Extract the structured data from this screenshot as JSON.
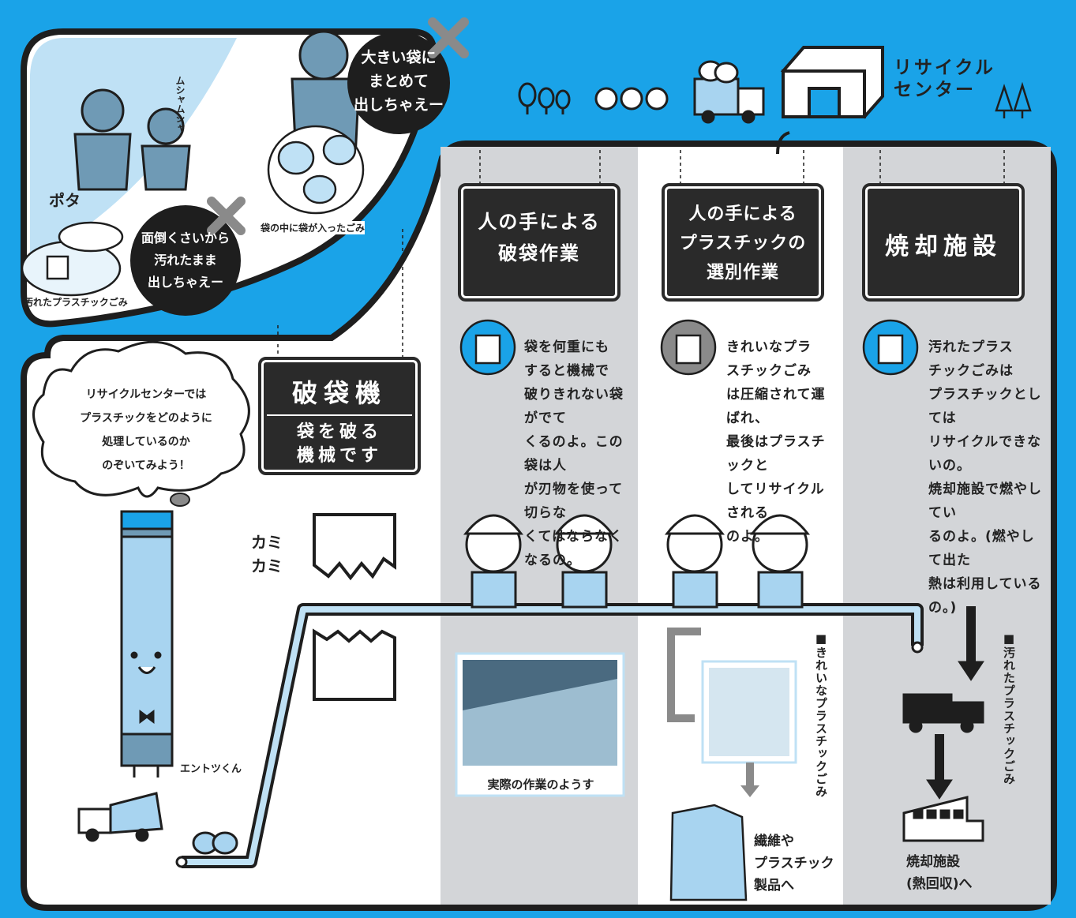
{
  "header": {
    "center_label": "リサイクル\nセンター"
  },
  "intro": {
    "bubble_top": "大きい袋に\nまとめて\n出しちゃえー",
    "bubble_bottom": "面倒くさいから\n汚れたまま\n出しちゃえー",
    "caption_bags": "袋の中に袋が入ったごみ",
    "caption_dirty": "汚れたプラスチックごみ",
    "sfx_mushamusha": "ムシャムシャ",
    "sfx_pota": "ポタ"
  },
  "guide": {
    "cloud_text": "リサイクルセンターでは\nプラスチックをどのように\n処理しているのか\nのぞいてみよう！",
    "character_name": "エントツくん"
  },
  "machine": {
    "sign_title": "破袋機",
    "sign_sub": "袋を破る\n機械です",
    "sfx": "カミカミ"
  },
  "sections": [
    {
      "sign": "人の手による\n破袋作業",
      "text": "袋を何重にも\nすると機械で\n破りきれない袋がでて\nくるのよ。この袋は人\nが刃物を使って切らな\nくてはならなくなるの。",
      "photo_caption": "実際の作業のようす"
    },
    {
      "sign": "人の手による\nプラスチックの\n選別作業",
      "text": "きれいなプラ\nスチックごみ\nは圧縮されて運ばれ、\n最後はプラスチックと\nしてリサイクルされる\nのよ。",
      "side_label": "■きれいなプラスチックごみ",
      "result": "繊維や\nプラスチック\n製品へ"
    },
    {
      "sign": "焼却施設",
      "text": "汚れたプラス\nチックごみは\nプラスチックとしては\nリサイクルできないの。\n焼却施設で燃やしてい\nるのよ。(燃やして出た\n熱は利用しているの。)",
      "side_label": "■汚れたプラスチックごみ",
      "result": "焼却施設\n(熱回収)へ"
    }
  ],
  "colors": {
    "frame_blue": "#1AA3E8",
    "ink": "#2a2a2a",
    "panel_gray": "#d3d5d8",
    "light_blue": "#a8d4f0",
    "figure_blue": "#6f9ab5"
  }
}
